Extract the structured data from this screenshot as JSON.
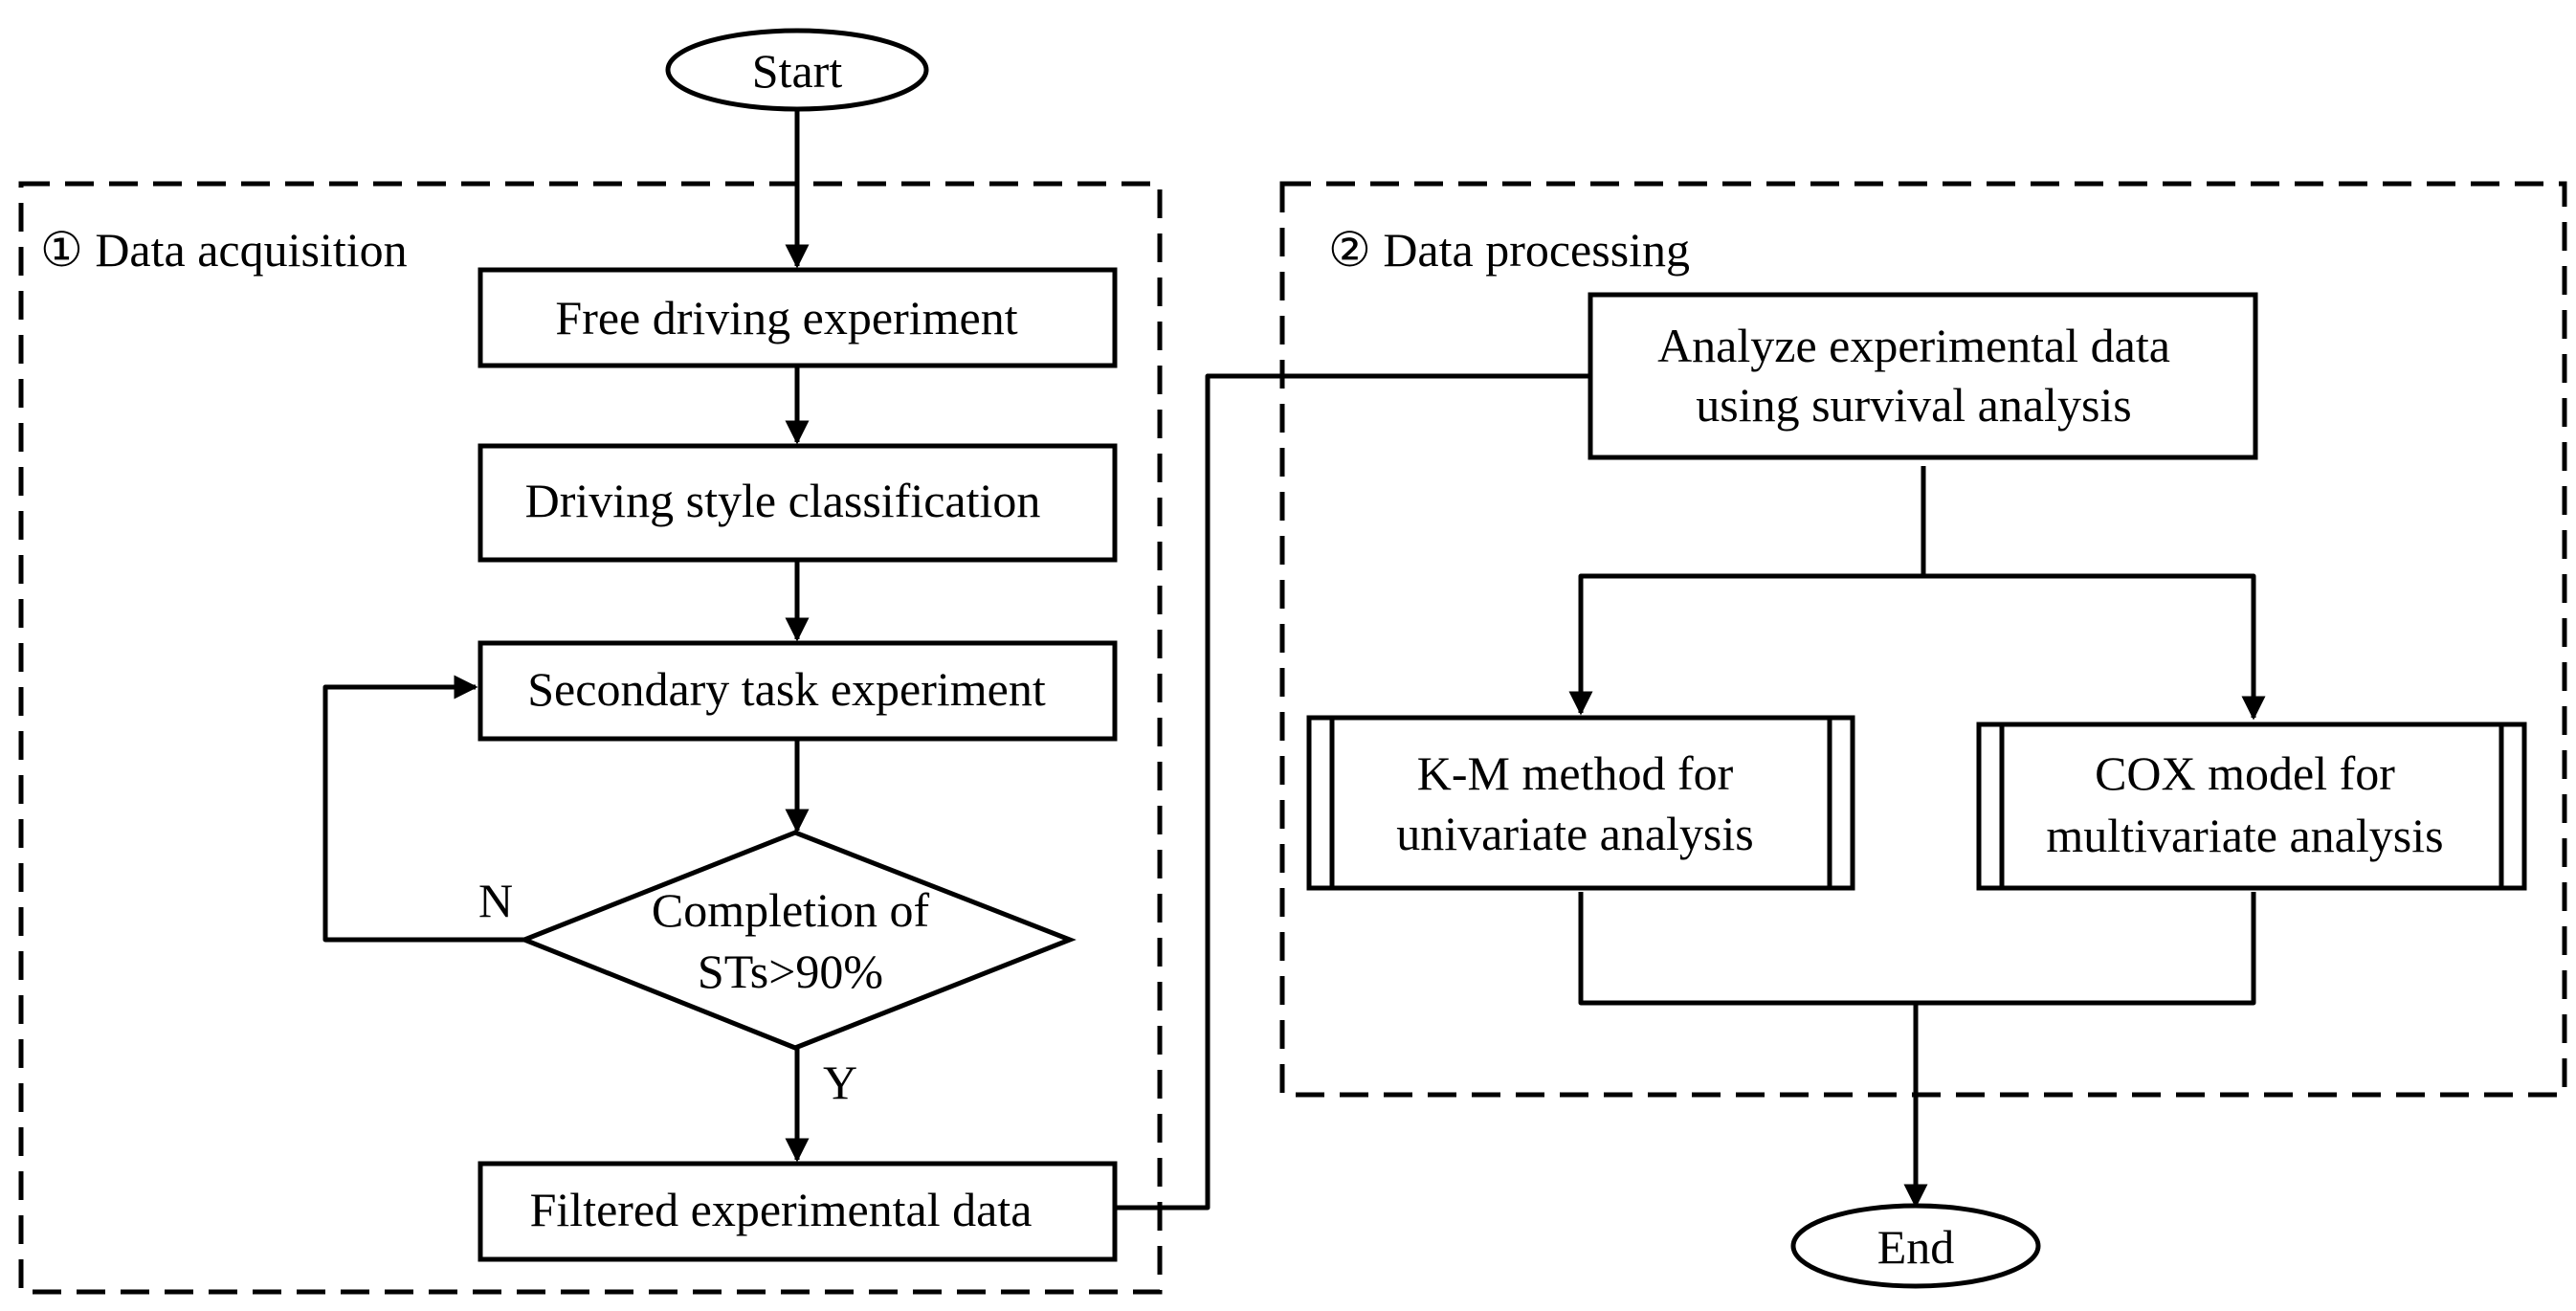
{
  "groups": {
    "acquisition": {
      "label": "① Data acquisition"
    },
    "processing": {
      "label": "② Data processing"
    }
  },
  "nodes": {
    "start": "Start",
    "free_driving": "Free driving experiment",
    "style_classification": "Driving style classification",
    "secondary_task": "Secondary task experiment",
    "completion_line1": "Completion of",
    "completion_line2": "STs>90%",
    "filtered_data": "Filtered experimental data",
    "analyze_line1": "Analyze experimental data",
    "analyze_line2": "using survival analysis",
    "km_line1": "K-M method for",
    "km_line2": "univariate analysis",
    "cox_line1": "COX model for",
    "cox_line2": "multivariate analysis",
    "end": "End"
  },
  "edge_labels": {
    "no": "N",
    "yes": "Y"
  }
}
